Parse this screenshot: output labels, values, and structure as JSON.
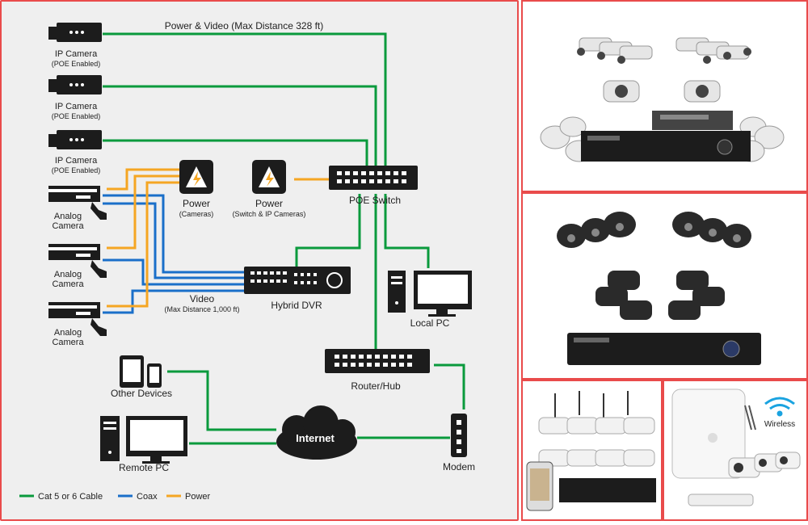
{
  "diagram": {
    "top_label": "Power & Video (Max Distance 328 ft)",
    "ip_camera_1": {
      "name": "IP Camera",
      "sub": "(POE Enabled)"
    },
    "ip_camera_2": {
      "name": "IP Camera",
      "sub": "(POE Enabled)"
    },
    "ip_camera_3": {
      "name": "IP Camera",
      "sub": "(POE Enabled)"
    },
    "analog_camera_1": {
      "name": "Analog",
      "name2": "Camera"
    },
    "analog_camera_2": {
      "name": "Analog",
      "name2": "Camera"
    },
    "analog_camera_3": {
      "name": "Analog",
      "name2": "Camera"
    },
    "power_cameras": {
      "label": "Power",
      "sub": "(Cameras)"
    },
    "power_switch": {
      "label": "Power",
      "sub": "(Switch & IP Cameras)"
    },
    "poe_switch": "POE Switch",
    "hybrid_dvr": "Hybrid DVR",
    "video_label": {
      "label": "Video",
      "sub": "(Max Distance 1,000 ft)"
    },
    "local_pc": "Local PC",
    "router_hub": "Router/Hub",
    "other_devices": "Other Devices",
    "remote_pc": "Remote PC",
    "internet": "Internet",
    "modem": "Modem",
    "legend": [
      {
        "label": "Cat 5 or 6 Cable",
        "color": "#0a9a3c"
      },
      {
        "label": "Coax",
        "color": "#1a6fc9"
      },
      {
        "label": "Power",
        "color": "#f5a623"
      }
    ]
  },
  "panels": {
    "panel_4": {
      "wireless_label": "Wireless"
    }
  },
  "colors": {
    "cat_cable": "#0a9a3c",
    "coax": "#1a6fc9",
    "power": "#f5a623",
    "border": "#e94b4b",
    "device": "#1c1c1c"
  }
}
